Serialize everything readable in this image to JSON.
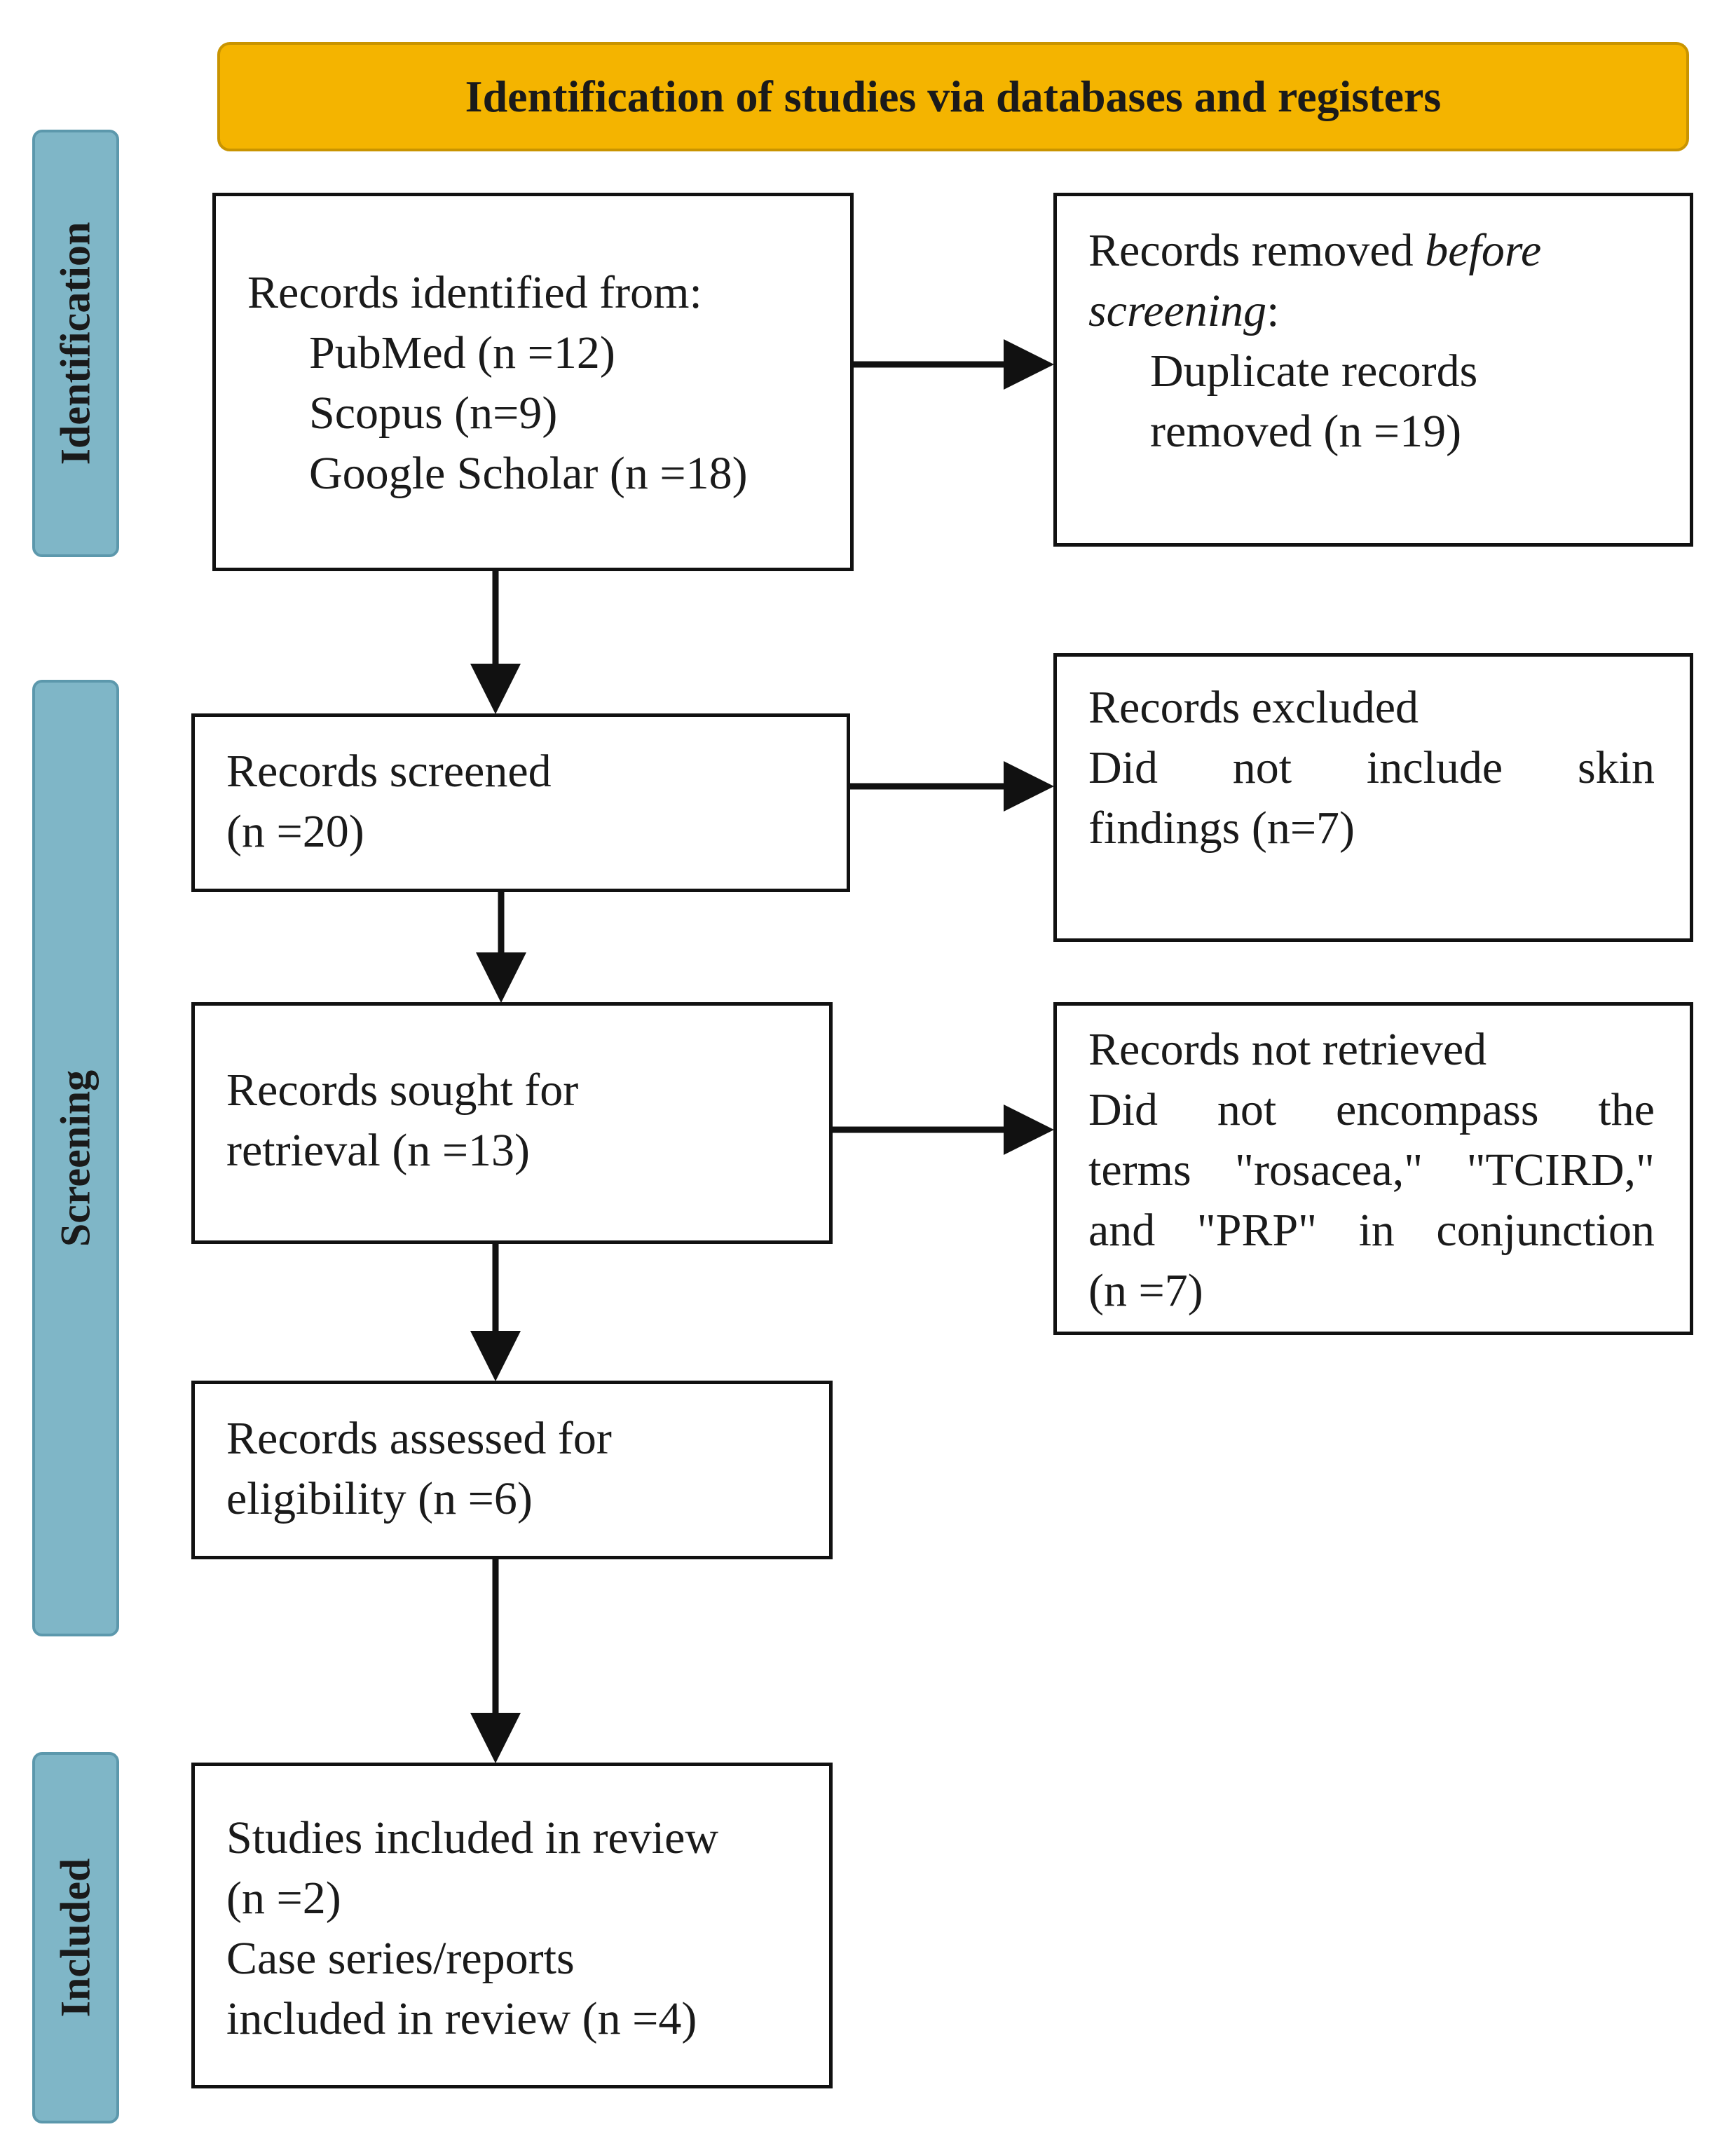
{
  "banner": {
    "title": "Identification of studies via databases and registers"
  },
  "phases": {
    "identification": "Identification",
    "screening": "Screening",
    "included": "Included"
  },
  "identified": {
    "heading": "Records identified from:",
    "sources": [
      "PubMed (n =12)",
      "Scopus (n=9)",
      "Google Scholar (n =18)"
    ]
  },
  "removed": {
    "heading_plain": "Records removed ",
    "heading_italic_1": "before",
    "heading_italic_2": "screening",
    "heading_colon": ":",
    "detail": [
      "Duplicate records",
      "removed (n =19)"
    ]
  },
  "screened": {
    "lines": [
      "Records screened",
      "(n =20)"
    ]
  },
  "excluded": {
    "heading": "Records excluded",
    "detail_justified": "Did not include skin",
    "detail_last": "findings (n=7)"
  },
  "sought": {
    "lines": [
      "Records sought for",
      "retrieval (n =13)"
    ]
  },
  "not_retrieved": {
    "heading": "Records not retrieved",
    "detail_justified": [
      "Did not encompass the",
      "terms \"rosacea,\" \"TCIRD,\"",
      "and \"PRP\" in conjunction"
    ],
    "detail_last": "(n =7)"
  },
  "assessed": {
    "lines": [
      "Records assessed for",
      "eligibility (n =6)"
    ]
  },
  "included": {
    "lines": [
      "Studies included in review",
      "(n =2)",
      "Case series/reports",
      "included in review (n =4)"
    ]
  }
}
